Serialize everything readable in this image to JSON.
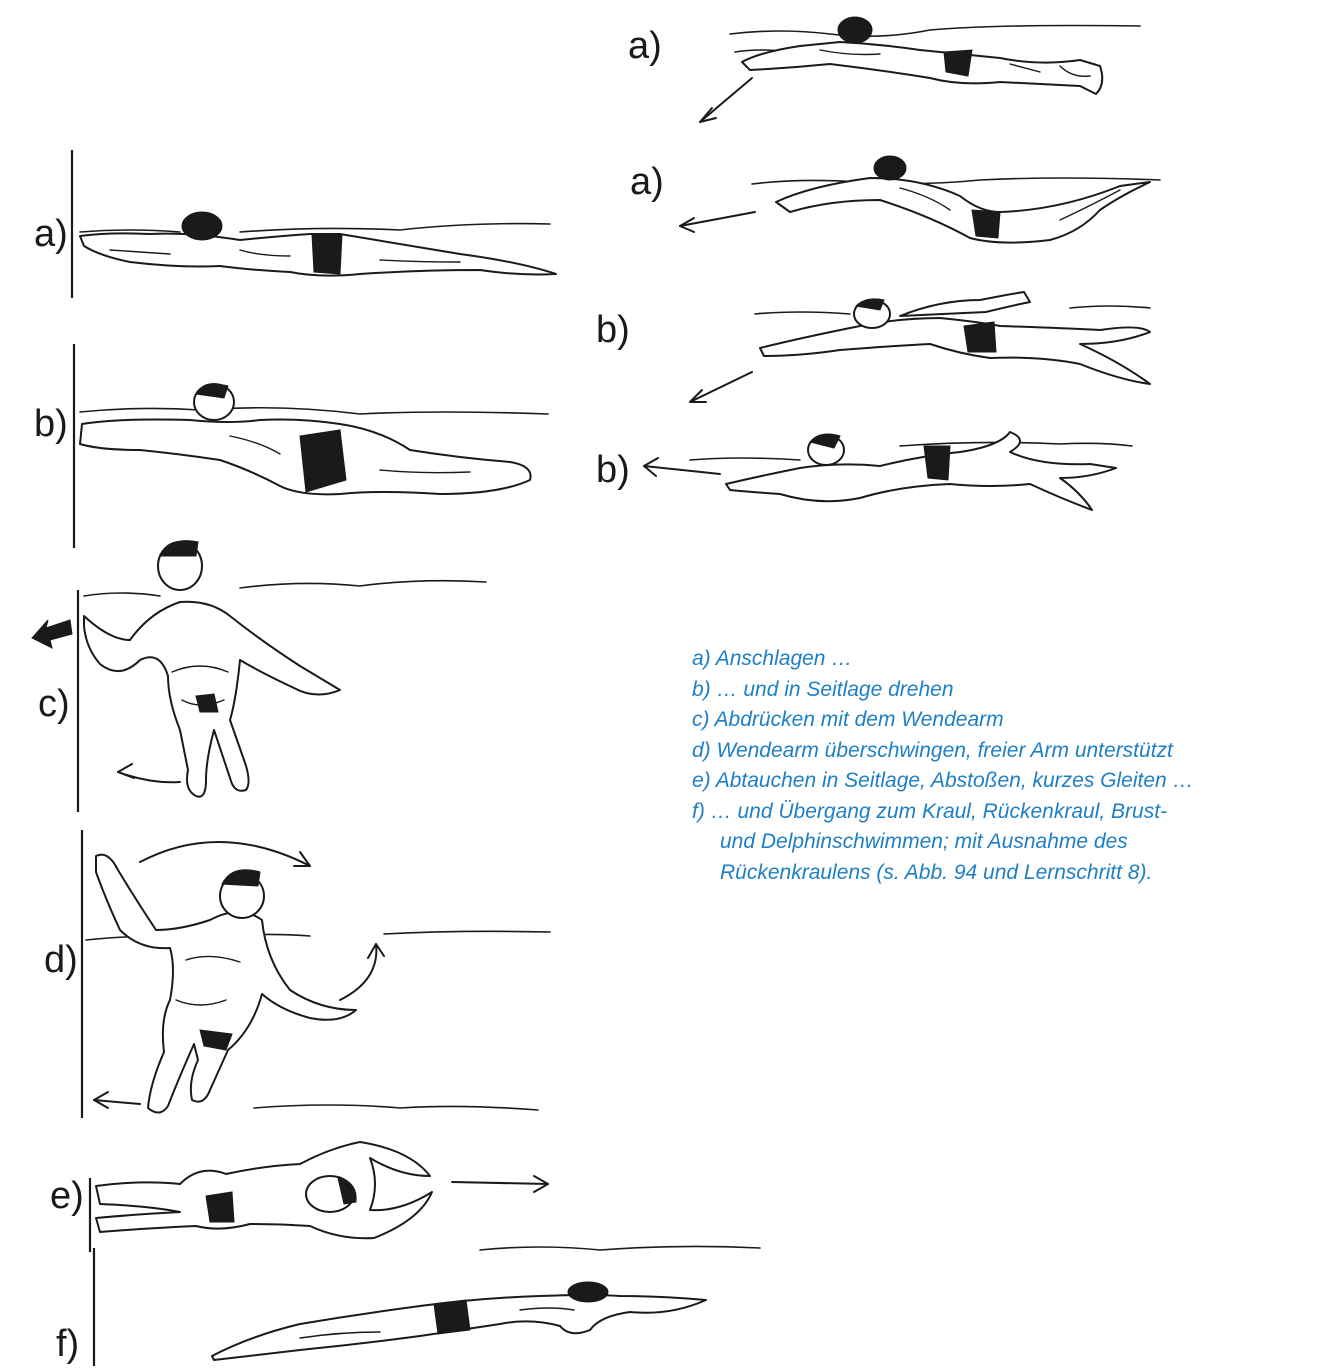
{
  "figure_labels": {
    "right_a1": "a)",
    "right_a2": "a)",
    "right_b1": "b)",
    "right_b2": "b)",
    "left_a": "a)",
    "left_b": "b)",
    "left_c": "c)",
    "left_d": "d)",
    "left_e": "e)",
    "left_f": "f)"
  },
  "caption": {
    "line_a": "a) Anschlagen …",
    "line_b": "b) … und in Seitlage drehen",
    "line_c": "c) Abdrücken mit dem Wendearm",
    "line_d": "d) Wendearm überschwingen, freier Arm unterstützt",
    "line_e": "e) Abtauchen in Seitlage, Abstoßen, kurzes Gleiten …",
    "line_f1": "f) … und Übergang zum Kraul, Rückenkraul, Brust-",
    "line_f2": "und Delphinschwimmen; mit Ausnahme des",
    "line_f3": "Rückenkraulens (s. Abb. 94 und Lernschritt 8)."
  },
  "colors": {
    "ink": "#1a1a1a",
    "caption_blue": "#1e7fc7",
    "background": "#ffffff"
  }
}
